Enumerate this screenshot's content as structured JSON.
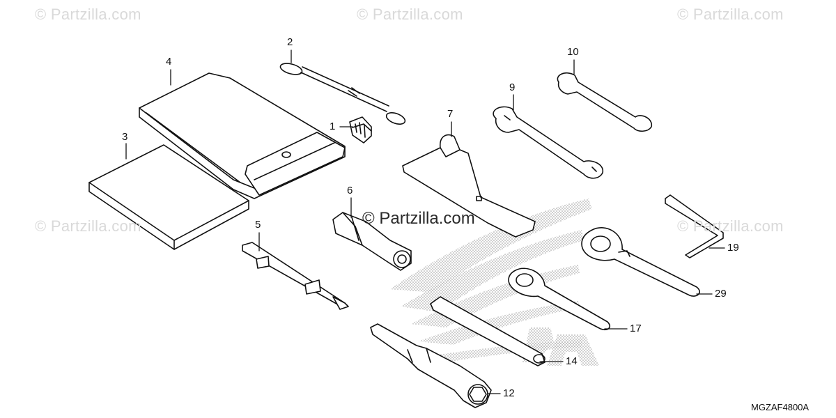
{
  "watermark": {
    "text": "© Partzilla.com",
    "center_text": "© Partzilla.com"
  },
  "diagram_code": "MGZAF4800A",
  "callouts": {
    "p1": "1",
    "p2": "2",
    "p3": "3",
    "p4": "4",
    "p5": "5",
    "p6": "6",
    "p7": "7",
    "p9": "9",
    "p10": "10",
    "p12": "12",
    "p14": "14",
    "p17": "17",
    "p19": "19",
    "p29": "29"
  },
  "colors": {
    "line": "#111111",
    "watermark": "#d9d9d9",
    "logo_dots": "#9a9a9a"
  }
}
